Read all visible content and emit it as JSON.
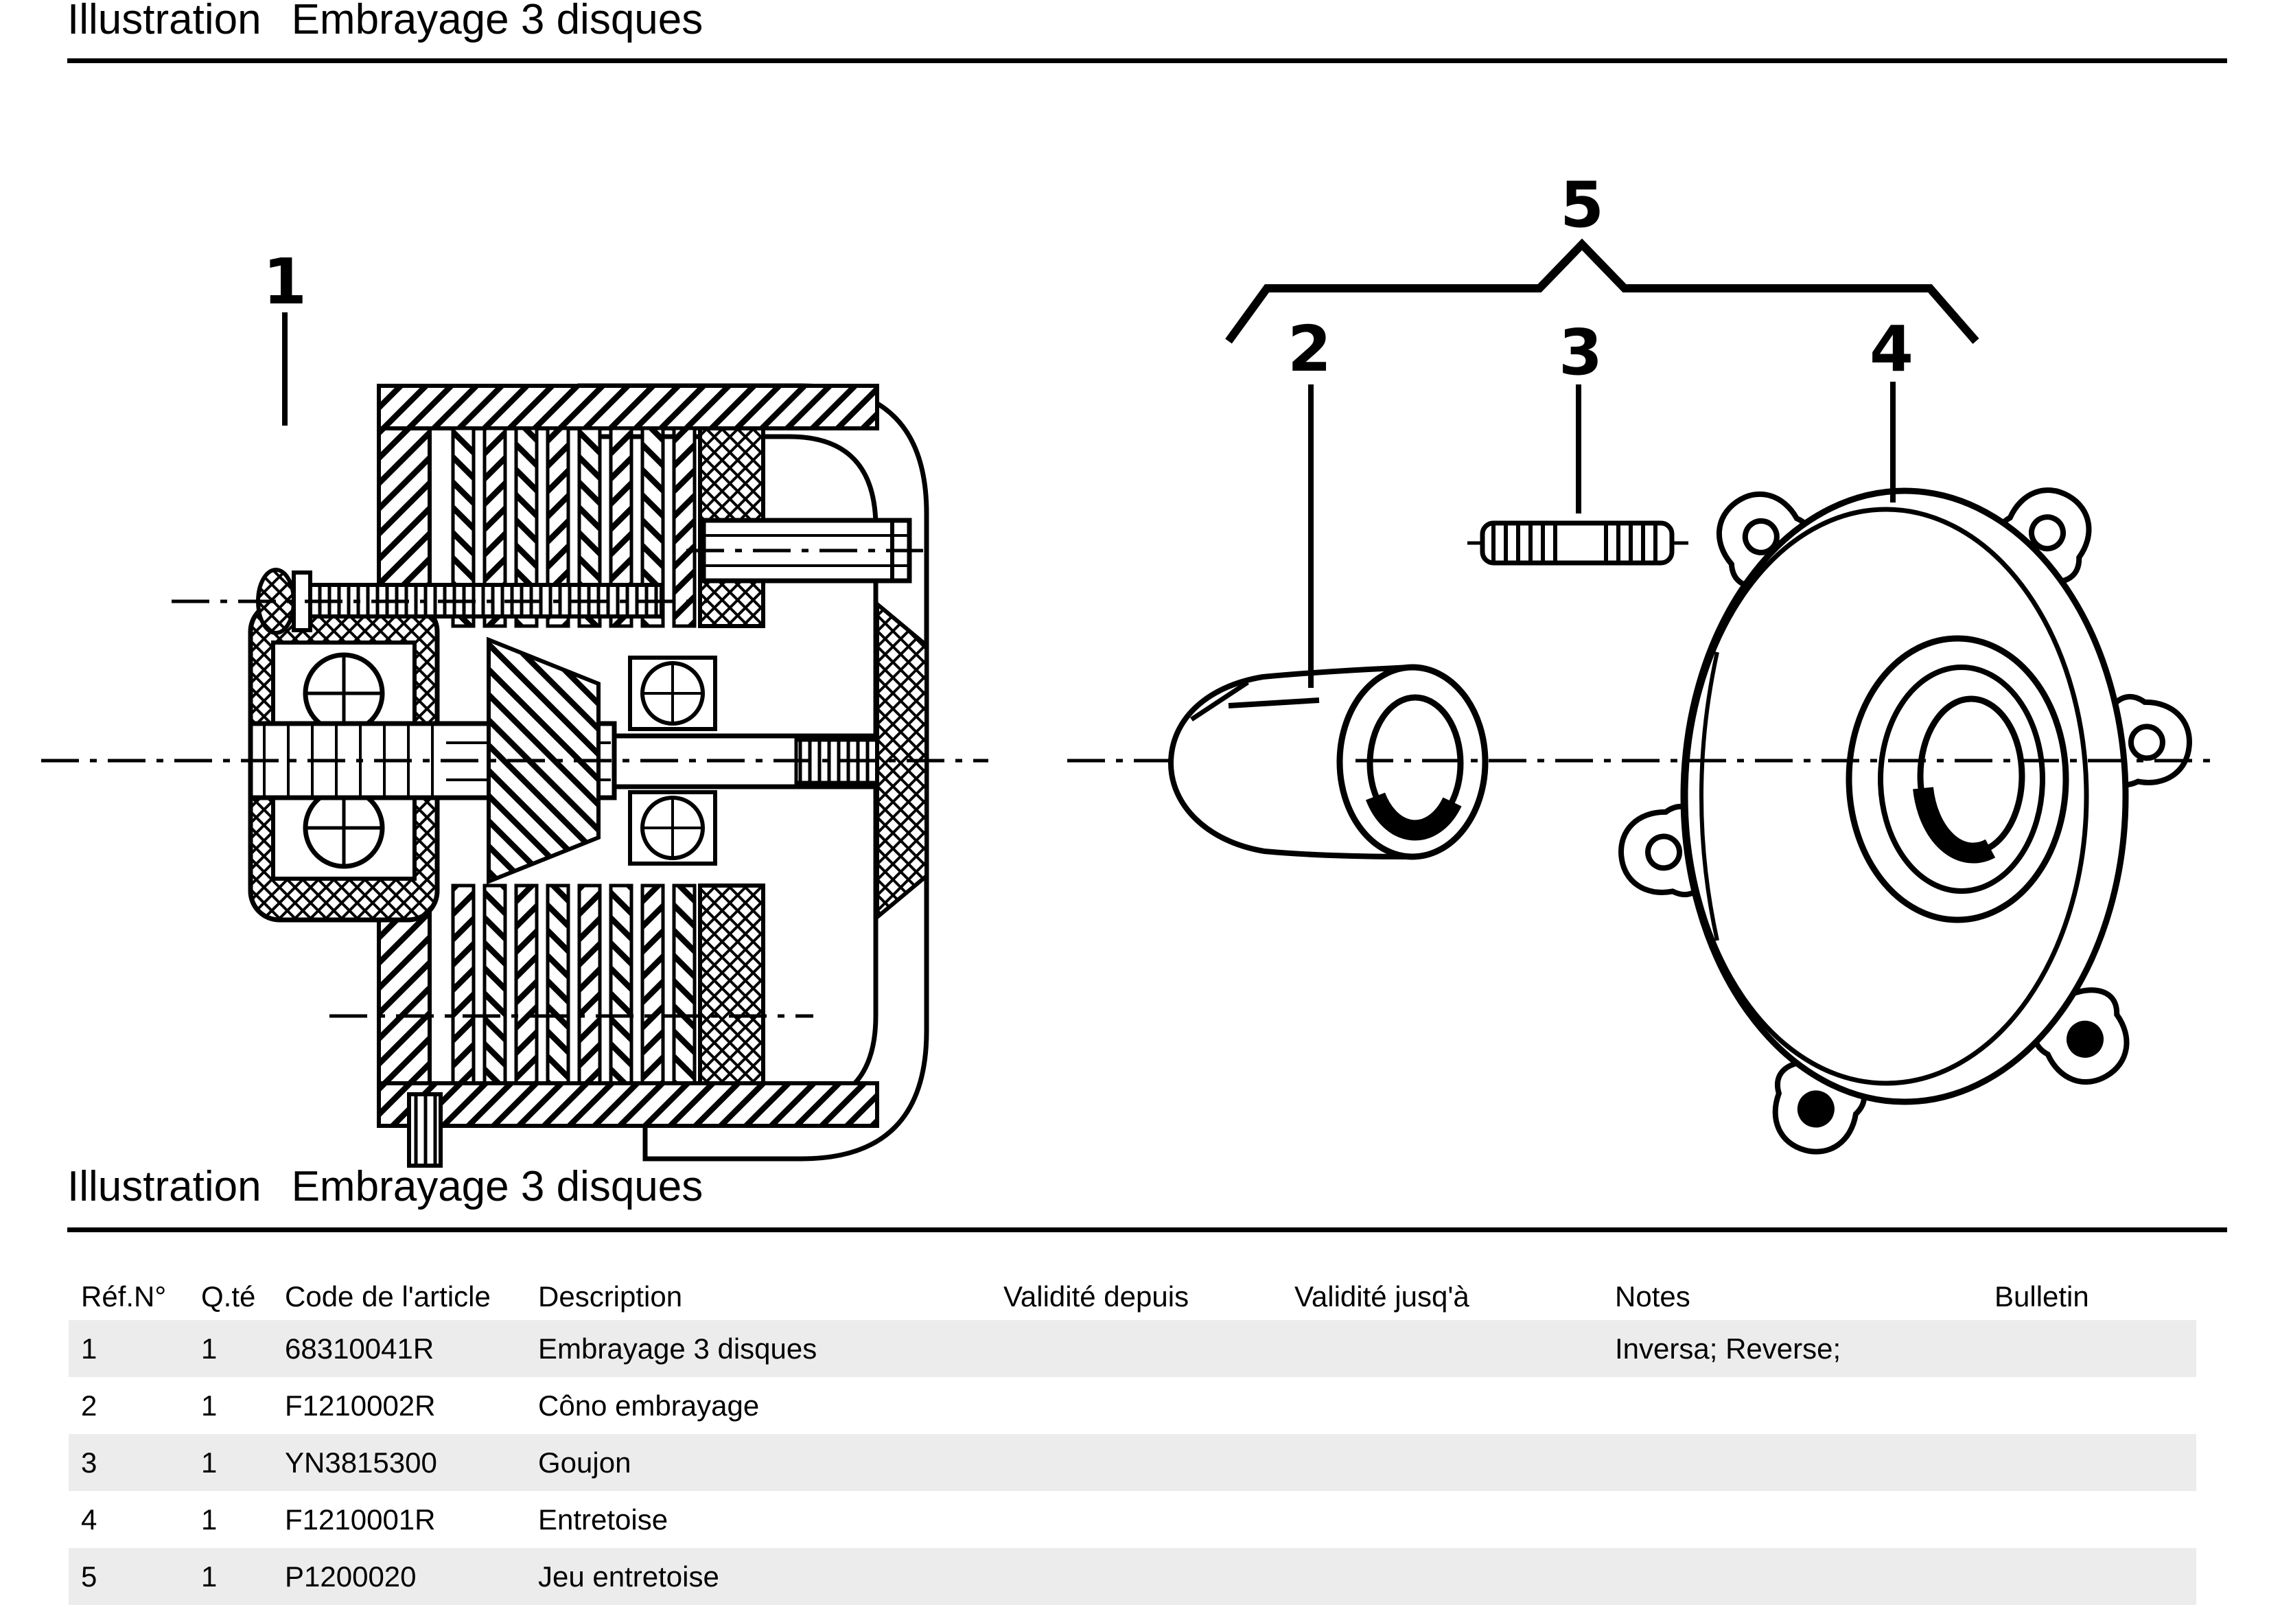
{
  "page": {
    "header": {
      "label": "Illustration",
      "title": "Embrayage 3 disques"
    },
    "footer_header": {
      "label": "Illustration",
      "title": "Embrayage 3 disques"
    }
  },
  "diagram": {
    "labels": {
      "l1": "1",
      "l2": "2",
      "l3": "3",
      "l4": "4",
      "l5": "5"
    },
    "line_color": "#000000"
  },
  "table": {
    "zebra_color": "#ececec",
    "columns": [
      "Réf.N°",
      "Q.té",
      "Code de l'article",
      "Description",
      "Validité depuis",
      "Validité jusq'à",
      "Notes",
      "Bulletin"
    ],
    "rows": [
      {
        "ref": "1",
        "qty": "1",
        "code": "68310041R",
        "description": "Embrayage 3 disques",
        "valid_from": "",
        "valid_to": "",
        "notes": "Inversa; Reverse;",
        "bulletin": ""
      },
      {
        "ref": "2",
        "qty": "1",
        "code": "F1210002R",
        "description": "Côno embrayage",
        "valid_from": "",
        "valid_to": "",
        "notes": "",
        "bulletin": ""
      },
      {
        "ref": "3",
        "qty": "1",
        "code": "YN3815300",
        "description": "Goujon",
        "valid_from": "",
        "valid_to": "",
        "notes": "",
        "bulletin": ""
      },
      {
        "ref": "4",
        "qty": "1",
        "code": "F1210001R",
        "description": "Entretoise",
        "valid_from": "",
        "valid_to": "",
        "notes": "",
        "bulletin": ""
      },
      {
        "ref": "5",
        "qty": "1",
        "code": "P1200020",
        "description": "Jeu entretoise",
        "valid_from": "",
        "valid_to": "",
        "notes": "",
        "bulletin": ""
      }
    ]
  }
}
